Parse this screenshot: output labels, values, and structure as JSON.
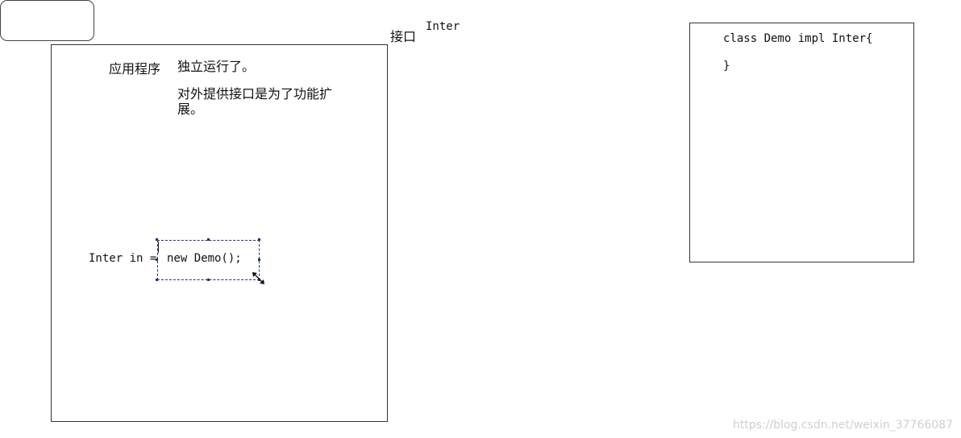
{
  "interface_label": {
    "name": "接口",
    "code": "Inter"
  },
  "app_box": {
    "title": "应用程序",
    "line1": "独立运行了。",
    "line2a": "对外提供接口是为了功能扩",
    "line2b": "展。",
    "code_left": "Inter in =",
    "code_selected": "new Demo();"
  },
  "demo_box": {
    "line1": "class Demo impl Inter{",
    "line2": "}"
  },
  "watermark": "https://blog.csdn.net/weixin_37766087"
}
